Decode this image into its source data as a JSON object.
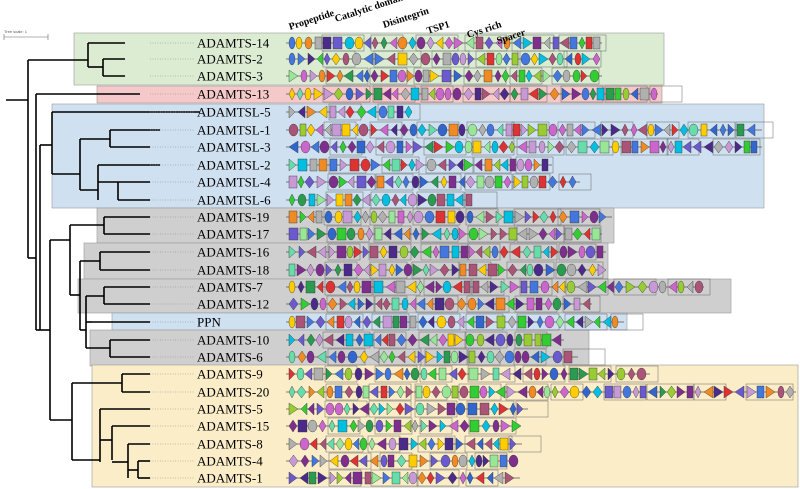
{
  "scale_label": "Tree scale: 1",
  "domain_headers": [
    "Propeptide",
    "Catalytic domain",
    "Disintegrin",
    "TSP1",
    "Cys rich",
    "Spacer"
  ],
  "groups": [
    {
      "color": "#dcecd3",
      "members": [
        "ADAMTS-14",
        "ADAMTS-2",
        "ADAMTS-3"
      ]
    },
    {
      "color": "#f5c9c9",
      "members": [
        "ADAMTS-13"
      ]
    },
    {
      "color": "#cfe0f0",
      "members": [
        "ADAMTSL-5",
        "ADAMTSL-1",
        "ADAMTSL-3",
        "ADAMTSL-2",
        "ADAMTSL-4",
        "ADAMTSL-6"
      ]
    },
    {
      "color": "#cfcfcf",
      "members": [
        "ADAMTS-19",
        "ADAMTS-17"
      ]
    },
    {
      "color": "#cfcfcf",
      "members": [
        "ADAMTS-16",
        "ADAMTS-18"
      ]
    },
    {
      "color": "#cfcfcf",
      "members": [
        "ADAMTS-7",
        "ADAMTS-12"
      ]
    },
    {
      "color": "#cfe0f0",
      "members": [
        "PPN"
      ]
    },
    {
      "color": "#cfcfcf",
      "members": [
        "ADAMTS-10",
        "ADAMTS-6"
      ]
    },
    {
      "color": "#fbedc8",
      "members": [
        "ADAMTS-9",
        "ADAMTS-20",
        "ADAMTS-5",
        "ADAMTS-15",
        "ADAMTS-8",
        "ADAMTS-4",
        "ADAMTS-1"
      ]
    }
  ],
  "taxa": [
    "ADAMTS-14",
    "ADAMTS-2",
    "ADAMTS-3",
    "ADAMTS-13",
    "ADAMTSL-5",
    "ADAMTSL-1",
    "ADAMTSL-3",
    "ADAMTSL-2",
    "ADAMTSL-4",
    "ADAMTSL-6",
    "ADAMTS-19",
    "ADAMTS-17",
    "ADAMTS-16",
    "ADAMTS-18",
    "ADAMTS-7",
    "ADAMTS-12",
    "PPN",
    "ADAMTS-10",
    "ADAMTS-6",
    "ADAMTS-9",
    "ADAMTS-20",
    "ADAMTS-5",
    "ADAMTS-15",
    "ADAMTS-8",
    "ADAMTS-4",
    "ADAMTS-1"
  ],
  "motif_palette": [
    "#7e2f8e",
    "#33cc33",
    "#00bfe0",
    "#6a5acd",
    "#cc66cc",
    "#99cc33",
    "#2b9b4f",
    "#ffcc00",
    "#4477dd",
    "#aa5577",
    "#f08a24",
    "#b0b0b0",
    "#4b2a8a",
    "#66ddaa",
    "#dd3333",
    "#3366cc",
    "#99e699",
    "#c79ad6"
  ]
}
